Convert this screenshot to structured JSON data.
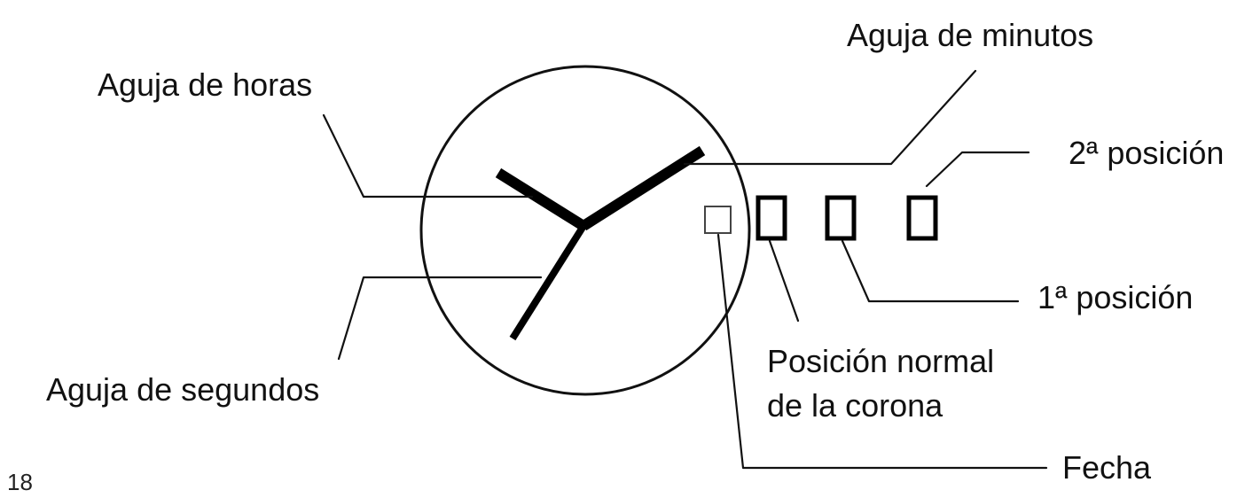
{
  "labels": {
    "minute_hand": "Aguja de minutos",
    "hour_hand": "Aguja de horas",
    "second_position": "2ª posición",
    "first_position": "1ª posición",
    "normal_position_line1": "Posición normal",
    "normal_position_line2": "de la corona",
    "second_hand": "Aguja de segundos",
    "date": "Fecha"
  },
  "page_number": "18"
}
